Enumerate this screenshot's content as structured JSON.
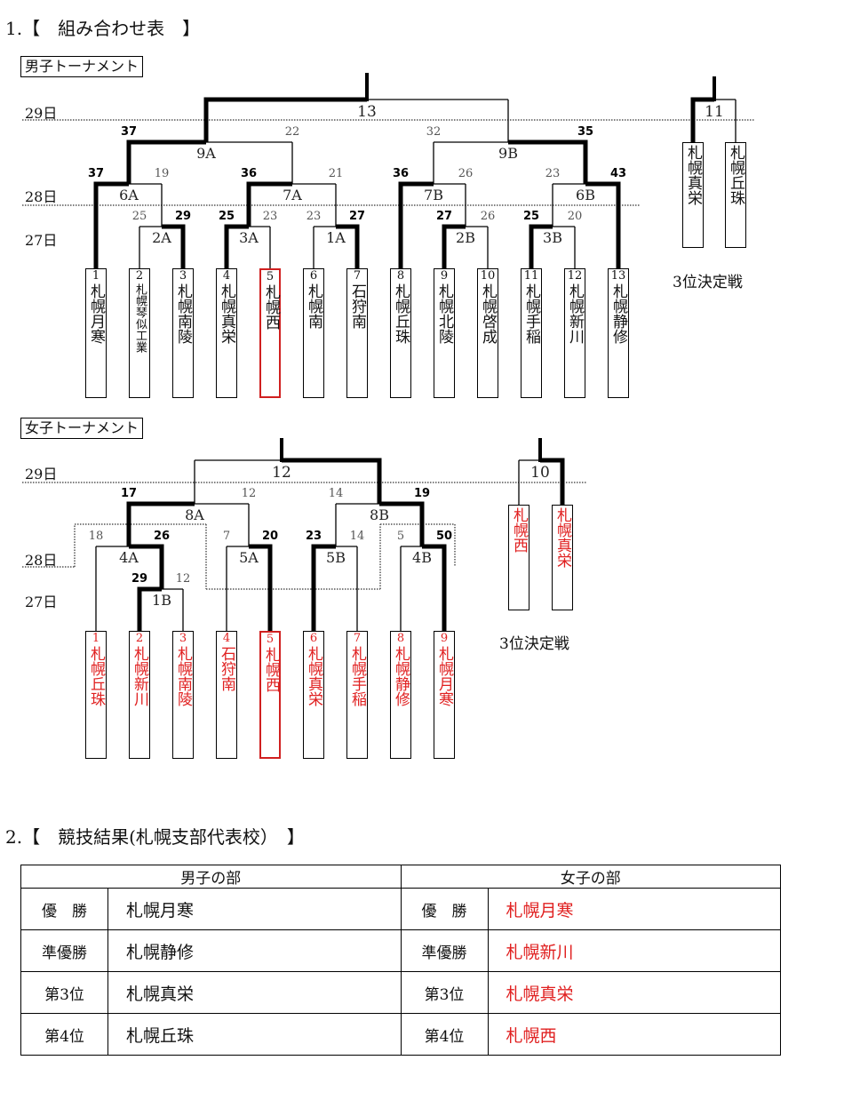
{
  "section1_title": "1.【　組み合わせ表　】",
  "section2_title": "2.【　競技結果(札幌支部代表校）　】",
  "days": {
    "d29": "29日",
    "d28": "28日",
    "d27": "27日"
  },
  "third_place_label": "3位決定戦",
  "men": {
    "title": "男子トーナメント",
    "teams": [
      {
        "num": "1",
        "name": "札幌月寒"
      },
      {
        "num": "2",
        "name": "札幌琴似工業"
      },
      {
        "num": "3",
        "name": "札幌南陵"
      },
      {
        "num": "4",
        "name": "札幌真栄"
      },
      {
        "num": "5",
        "name": "札幌西"
      },
      {
        "num": "6",
        "name": "札幌南"
      },
      {
        "num": "7",
        "name": "石狩南"
      },
      {
        "num": "8",
        "name": "札幌丘珠"
      },
      {
        "num": "9",
        "name": "札幌北陵"
      },
      {
        "num": "10",
        "name": "札幌啓成"
      },
      {
        "num": "11",
        "name": "札幌手稲"
      },
      {
        "num": "12",
        "name": "札幌新川"
      },
      {
        "num": "13",
        "name": "札幌静修"
      }
    ],
    "third_teams": [
      "札幌真栄",
      "札幌丘珠"
    ],
    "matches": [
      {
        "label": "2A",
        "scores": [
          "25",
          "29"
        ],
        "winner": 1
      },
      {
        "label": "6A",
        "scores": [
          "37",
          "19"
        ],
        "winner": 0
      },
      {
        "label": "3A",
        "scores": [
          "25",
          "23"
        ],
        "winner": 0
      },
      {
        "label": "1A",
        "scores": [
          "23",
          "27"
        ],
        "winner": 1
      },
      {
        "label": "7A",
        "scores": [
          "36",
          "21"
        ],
        "winner": 0
      },
      {
        "label": "9A",
        "scores": [
          "37",
          "22"
        ],
        "winner": 0
      },
      {
        "label": "2B",
        "scores": [
          "27",
          "26"
        ],
        "winner": 0
      },
      {
        "label": "7B",
        "scores": [
          "36",
          "26"
        ],
        "winner": 0
      },
      {
        "label": "3B",
        "scores": [
          "25",
          "20"
        ],
        "winner": 0
      },
      {
        "label": "6B",
        "scores": [
          "23",
          "43"
        ],
        "winner": 1
      },
      {
        "label": "9B",
        "scores": [
          "32",
          "35"
        ],
        "winner": 1
      },
      {
        "label": "13",
        "scores": [
          "",
          ""
        ],
        "winner": 0
      },
      {
        "label": "11",
        "scores": [
          "",
          ""
        ],
        "winner": 0
      }
    ]
  },
  "women": {
    "title": "女子トーナメント",
    "teams": [
      {
        "num": "1",
        "name": "札幌丘珠"
      },
      {
        "num": "2",
        "name": "札幌新川"
      },
      {
        "num": "3",
        "name": "札幌南陵"
      },
      {
        "num": "4",
        "name": "石狩南"
      },
      {
        "num": "5",
        "name": "札幌西"
      },
      {
        "num": "6",
        "name": "札幌真栄"
      },
      {
        "num": "7",
        "name": "札幌手稲"
      },
      {
        "num": "8",
        "name": "札幌静修"
      },
      {
        "num": "9",
        "name": "札幌月寒"
      }
    ],
    "third_teams": [
      "札幌西",
      "札幌真栄"
    ],
    "matches": [
      {
        "label": "1B",
        "scores": [
          "29",
          "12"
        ],
        "winner": 0
      },
      {
        "label": "4A",
        "scores": [
          "18",
          "26"
        ],
        "winner": 1
      },
      {
        "label": "5A",
        "scores": [
          "7",
          "20"
        ],
        "winner": 1
      },
      {
        "label": "8A",
        "scores": [
          "17",
          "12"
        ],
        "winner": 0
      },
      {
        "label": "5B",
        "scores": [
          "23",
          "14"
        ],
        "winner": 0
      },
      {
        "label": "4B",
        "scores": [
          "5",
          "50"
        ],
        "winner": 1
      },
      {
        "label": "8B",
        "scores": [
          "14",
          "19"
        ],
        "winner": 1
      },
      {
        "label": "12",
        "scores": [
          "",
          ""
        ],
        "winner": 1
      },
      {
        "label": "10",
        "scores": [
          "",
          ""
        ],
        "winner": 1
      }
    ]
  },
  "results": {
    "men_header": "男子の部",
    "women_header": "女子の部",
    "rows": [
      {
        "rank": "優　勝",
        "men": "札幌月寒",
        "women": "札幌月寒"
      },
      {
        "rank": "準優勝",
        "men": "札幌静修",
        "women": "札幌新川"
      },
      {
        "rank": "第3位",
        "men": "札幌真栄",
        "women": "札幌真栄"
      },
      {
        "rank": "第4位",
        "men": "札幌丘珠",
        "women": "札幌西"
      }
    ]
  },
  "colors": {
    "highlight": "#d02020",
    "women_text": "#e02020"
  }
}
